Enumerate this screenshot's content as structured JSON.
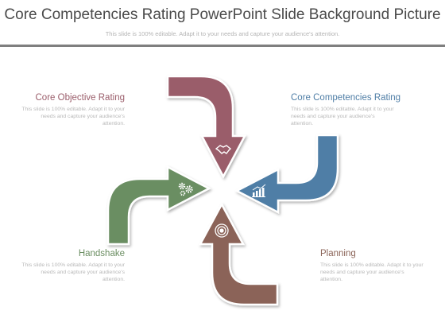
{
  "slide": {
    "title": "Core Competencies Rating PowerPoint Slide Background Picture",
    "subtitle": "This slide is 100% editable. Adapt it to your needs and capture your audience's attention."
  },
  "items": [
    {
      "heading": "Core Objective Rating",
      "body": "This slide is 100% editable. Adapt it to your needs and capture your audience's attention.",
      "color": "#9a5d6a",
      "icon": "handshake-icon"
    },
    {
      "heading": "Core Competencies Rating",
      "body": "This slide is 100% editable. Adapt it to your needs and capture your audience's attention.",
      "color": "#4f7ea6",
      "icon": "bar-chart-icon"
    },
    {
      "heading": "Handshake",
      "body": "This slide is 100% editable. Adapt it to your needs and capture your audience's attention.",
      "color": "#6b8e62",
      "icon": "gears-icon"
    },
    {
      "heading": "Planning",
      "body": "This slide is 100% editable. Adapt it to your needs and capture your audience's attention.",
      "color": "#8b6458",
      "icon": "target-icon"
    }
  ]
}
